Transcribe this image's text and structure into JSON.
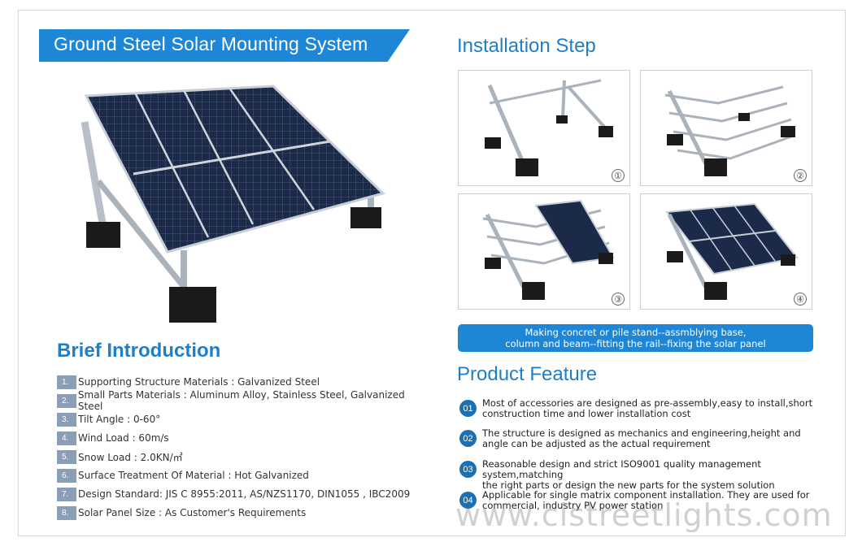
{
  "banner": {
    "title": "Ground Steel  Solar Mounting System"
  },
  "installation": {
    "heading": "Installation Step",
    "steps": [
      {
        "num": "①",
        "icon": "frame-stands-icon"
      },
      {
        "num": "②",
        "icon": "frame-rails-icon"
      },
      {
        "num": "③",
        "icon": "frame-partial-panels-icon"
      },
      {
        "num": "④",
        "icon": "frame-full-panels-icon"
      }
    ],
    "caption_line1": "Making concret or pile stand--assmblying base,",
    "caption_line2": "column and beam--fitting the rail--fixing the solar panel"
  },
  "brief": {
    "heading": "Brief Introduction",
    "items": [
      {
        "num": "1.",
        "text": "Supporting Structure Materials : Galvanized Steel"
      },
      {
        "num": "2.",
        "text": "Small Parts Materials : Aluminum Alloy, Stainless Steel, Galvanized Steel"
      },
      {
        "num": "3.",
        "text": "Tilt Angle : 0-60°"
      },
      {
        "num": "4.",
        "text": "Wind Load : 60m/s"
      },
      {
        "num": "5.",
        "text": "Snow Load : 2.0KN/㎡"
      },
      {
        "num": "6.",
        "text": "Surface Treatment Of Material : Hot Galvanized"
      },
      {
        "num": "7.",
        "text": "Design Standard: JIS C 8955:2011, AS/NZS1170, DIN1055 , IBC2009"
      },
      {
        "num": "8.",
        "text": "Solar Panel Size : As Customer's Requirements"
      }
    ]
  },
  "features": {
    "heading": "Product Feature",
    "items": [
      {
        "num": "01",
        "line1": "Most of accessories are designed as pre-assembly,easy to install,short",
        "line2": "construction time and lower installation cost"
      },
      {
        "num": "02",
        "line1": "The structure is designed as mechanics and engineering,height and",
        "line2": "angle can be adjusted as the actual requirement"
      },
      {
        "num": "03",
        "line1": "Reasonable design and strict ISO9001 quality management system,matching",
        "line2": "the right parts or design the new parts for the system solution"
      },
      {
        "num": "04",
        "line1": "Applicable for single matrix component installation. They are used for",
        "line2": "commercial, industry PV power station"
      }
    ]
  },
  "watermark": "www.cistreetlights.com",
  "colors": {
    "accent": "#1e86d6",
    "heading": "#1f7fc6",
    "badge": "#8a9fb6",
    "panel": "#1c2a4a"
  }
}
